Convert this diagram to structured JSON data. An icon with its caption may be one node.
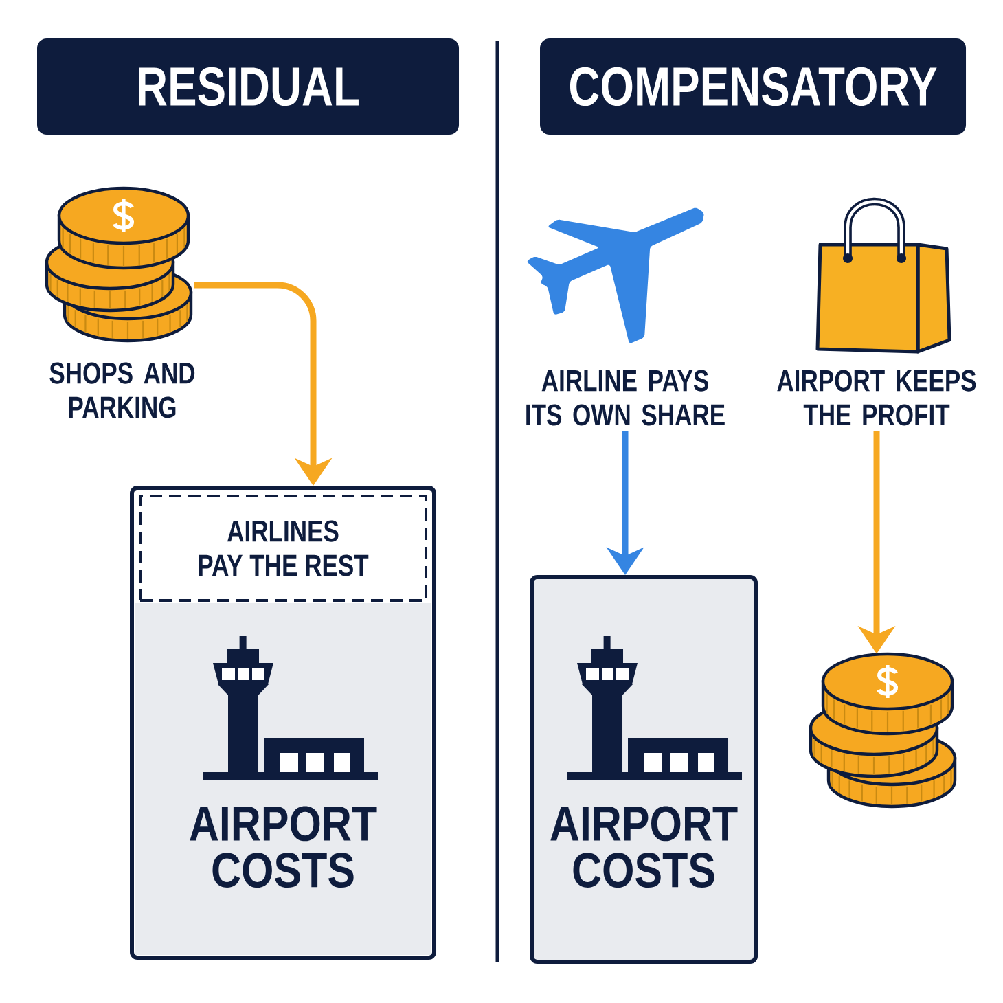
{
  "diagram": {
    "nodes": [
      {
        "text": [
          "RESIDUAL"
        ]
      },
      {
        "text": [
          "COMPENSATORY"
        ]
      },
      {
        "text": [],
        "shape": "picture",
        "beside": [
          "SHOPS AND PARKING"
        ]
      },
      {
        "text": [],
        "shape": "box"
      },
      {
        "text": [
          "AIRLINES PAY THE REST"
        ],
        "in": 3
      },
      {
        "text": [
          "AIRPORT COSTS"
        ],
        "in": 3
      },
      {
        "text": [
          "AIRLINE PAYS ITS OWN SHARE"
        ]
      },
      {
        "text": [
          "AIRPORT KEEPS THE PROFIT"
        ]
      },
      {
        "text": [
          "AIRPORT COSTS"
        ]
      },
      {
        "text": [],
        "shape": "picture"
      }
    ],
    "edges": [
      {
        "from": 2,
        "to": 3,
        "arrow": "to",
        "color": "#f6a821"
      },
      {
        "from": 6,
        "to": 8,
        "arrow": "to",
        "color": "#3585e2"
      },
      {
        "from": 7,
        "to": 9,
        "arrow": "to",
        "color": "#f6a821"
      }
    ]
  }
}
